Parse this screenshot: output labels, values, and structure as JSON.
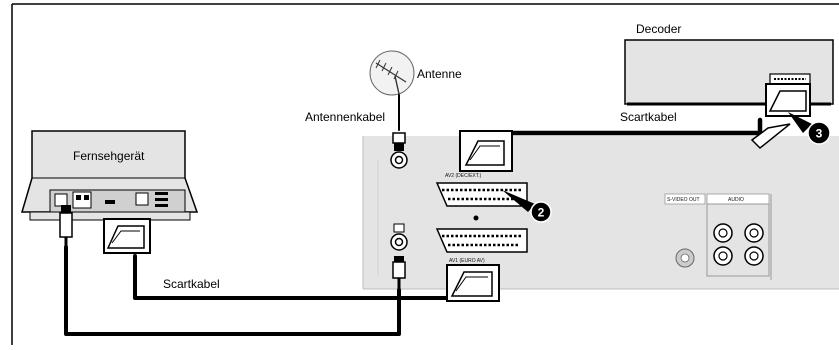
{
  "labels": {
    "decoder": "Decoder",
    "antenne": "Antenne",
    "antennenkabel": "Antennenkabel",
    "fernsehgeraet": "Fernsehgerät",
    "scartkabel_top": "Scartkabel",
    "scartkabel_bottom": "Scartkabel"
  },
  "vcr_panel": {
    "av2": "AV2 (DEC/EXT.)",
    "av1": "AV1 (EURO AV)",
    "svideo_out": "S-VIDEO OUT",
    "audio": "AUDIO"
  },
  "callouts": {
    "two": "2",
    "three": "3"
  },
  "colors": {
    "device_fill": "#e4e4e4",
    "line": "#000000",
    "callout_fill": "#000000",
    "callout_text": "#ffffff"
  },
  "icons": [
    "antenna-icon",
    "scart-plug-icon",
    "coax-plug-icon"
  ]
}
